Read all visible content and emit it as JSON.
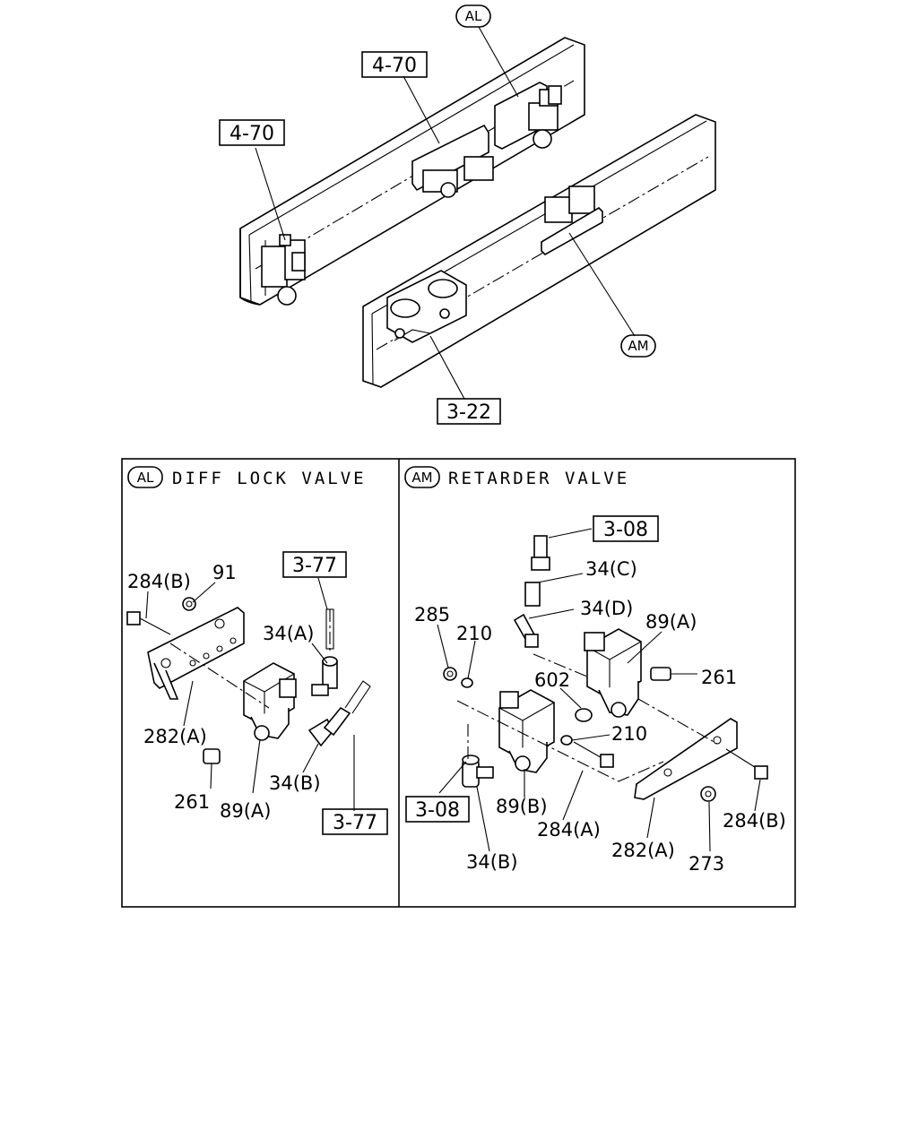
{
  "overview": {
    "callout_al": "AL",
    "callout_am": "AM",
    "ref_top_center": "4-70",
    "ref_top_left": "4-70",
    "ref_bottom": "3-22"
  },
  "panel_left": {
    "tag": "AL",
    "title": "DIFF LOCK VALVE",
    "labels": {
      "p284b": "284(B)",
      "p91": "91",
      "p34a": "34(A)",
      "p282a": "282(A)",
      "p261": "261",
      "p89a": "89(A)",
      "p34b": "34(B)"
    },
    "ref_top": "3-77",
    "ref_bottom": "3-77"
  },
  "panel_right": {
    "tag": "AM",
    "title": "RETARDER VALVE",
    "labels": {
      "p34c": "34(C)",
      "p34d": "34(D)",
      "p285": "285",
      "p210a": "210",
      "p89a": "89(A)",
      "p261": "261",
      "p602": "602",
      "p210b": "210",
      "p89b": "89(B)",
      "p284a": "284(A)",
      "p34b": "34(B)",
      "p282a": "282(A)",
      "p273": "273",
      "p284b": "284(B)"
    },
    "ref_top": "3-08",
    "ref_left": "3-08"
  }
}
